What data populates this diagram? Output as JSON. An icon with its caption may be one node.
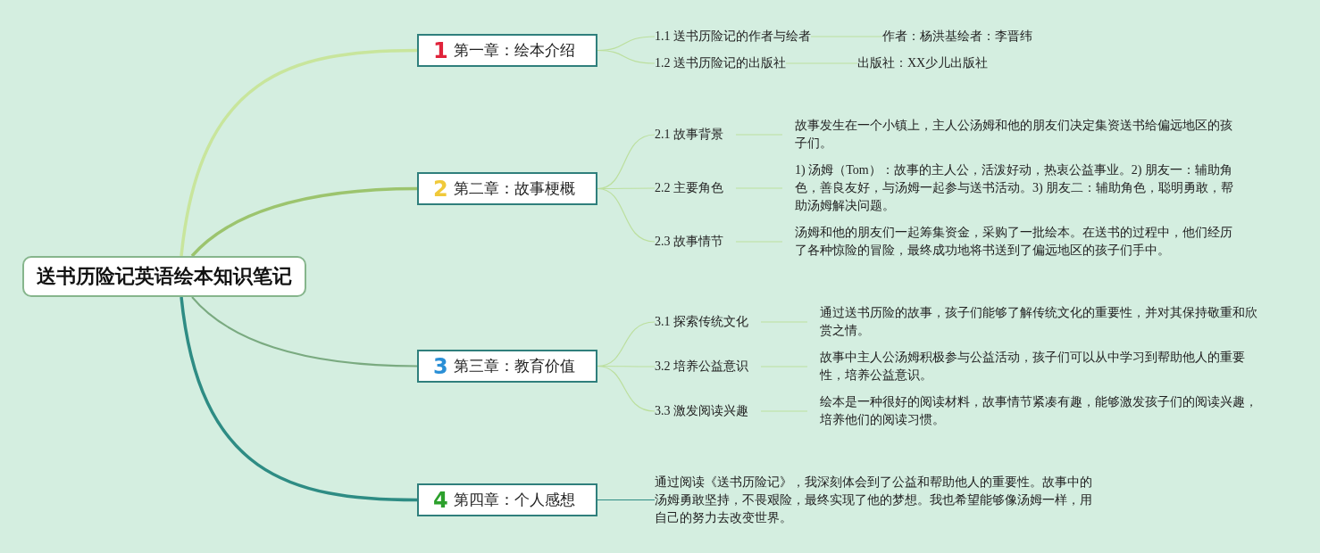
{
  "diagram": {
    "nodes": [
      {
        "text": [
          "送书历险记英语绘本知识笔记"
        ]
      },
      {
        "text": [
          "1",
          "第一章：绘本介绍"
        ]
      },
      {
        "text": [
          "1.1 送书历险记的作者与绘者"
        ]
      },
      {
        "text": [
          "作者：杨洪基绘者：李晋纬"
        ]
      },
      {
        "text": [
          "1.2 送书历险记的出版社"
        ]
      },
      {
        "text": [
          "出版社：XX少儿出版社"
        ]
      },
      {
        "text": [
          "2",
          "第二章：故事梗概"
        ]
      },
      {
        "text": [
          "2.1 故事背景"
        ]
      },
      {
        "text": [
          "故事发生在一个小镇上，主人公汤姆和他的朋友们决定集资送书给偏远地区的孩子们。"
        ]
      },
      {
        "text": [
          "2.2 主要角色"
        ]
      },
      {
        "text": [
          "1) 汤姆（Tom）：故事的主人公，活泼好动，热衷公益事业。2) 朋友一：辅助角色，善良友好，与汤姆一起参与送书活动。3) 朋友二：辅助角色，聪明勇敢，帮助汤姆解决问题。"
        ]
      },
      {
        "text": [
          "2.3 故事情节"
        ]
      },
      {
        "text": [
          "汤姆和他的朋友们一起筹集资金，采购了一批绘本。在送书的过程中，他们经历了各种惊险的冒险，最终成功地将书送到了偏远地区的孩子们手中。"
        ]
      },
      {
        "text": [
          "3",
          "第三章：教育价值"
        ]
      },
      {
        "text": [
          "3.1 探索传统文化"
        ]
      },
      {
        "text": [
          "通过送书历险的故事，孩子们能够了解传统文化的重要性，并对其保持敬重和欣赏之情。"
        ]
      },
      {
        "text": [
          "3.2 培养公益意识"
        ]
      },
      {
        "text": [
          "故事中主人公汤姆积极参与公益活动，孩子们可以从中学习到帮助他人的重要性，培养公益意识。"
        ]
      },
      {
        "text": [
          "3.3 激发阅读兴趣"
        ]
      },
      {
        "text": [
          "绘本是一种很好的阅读材料，故事情节紧凑有趣，能够激发孩子们的阅读兴趣，培养他们的阅读习惯。"
        ]
      },
      {
        "text": [
          "4",
          "第四章：个人感想"
        ]
      },
      {
        "text": [
          "通过阅读《送书历险记》，我深刻体会到了公益和帮助他人的重要性。故事中的汤姆勇敢坚持，不畏艰险，最终实现了他的梦想。我也希望能够像汤姆一样，用自己的努力去改变世界。"
        ]
      }
    ],
    "edges": [
      {
        "from": 0,
        "to": 1,
        "arrow": "none",
        "style": "thick",
        "color": "#c8e59c"
      },
      {
        "from": 0,
        "to": 6,
        "arrow": "none",
        "style": "thick",
        "color": "#9cc46e"
      },
      {
        "from": 0,
        "to": 13,
        "arrow": "none",
        "color": "#7aaa80"
      },
      {
        "from": 0,
        "to": 20,
        "arrow": "none",
        "style": "thick",
        "color": "#2e8c84"
      },
      {
        "from": 1,
        "to": 2,
        "arrow": "none"
      },
      {
        "from": 2,
        "to": 3,
        "arrow": "none"
      },
      {
        "from": 1,
        "to": 4,
        "arrow": "none"
      },
      {
        "from": 4,
        "to": 5,
        "arrow": "none"
      },
      {
        "from": 6,
        "to": 7,
        "arrow": "none"
      },
      {
        "from": 7,
        "to": 8,
        "arrow": "none"
      },
      {
        "from": 6,
        "to": 9,
        "arrow": "none"
      },
      {
        "from": 9,
        "to": 10,
        "arrow": "none"
      },
      {
        "from": 6,
        "to": 11,
        "arrow": "none"
      },
      {
        "from": 11,
        "to": 12,
        "arrow": "none"
      },
      {
        "from": 13,
        "to": 14,
        "arrow": "none"
      },
      {
        "from": 14,
        "to": 15,
        "arrow": "none"
      },
      {
        "from": 13,
        "to": 16,
        "arrow": "none"
      },
      {
        "from": 16,
        "to": 17,
        "arrow": "none"
      },
      {
        "from": 13,
        "to": 18,
        "arrow": "none"
      },
      {
        "from": 18,
        "to": 19,
        "arrow": "none"
      },
      {
        "from": 20,
        "to": 21,
        "arrow": "none",
        "color": "#2e8c84"
      }
    ]
  }
}
